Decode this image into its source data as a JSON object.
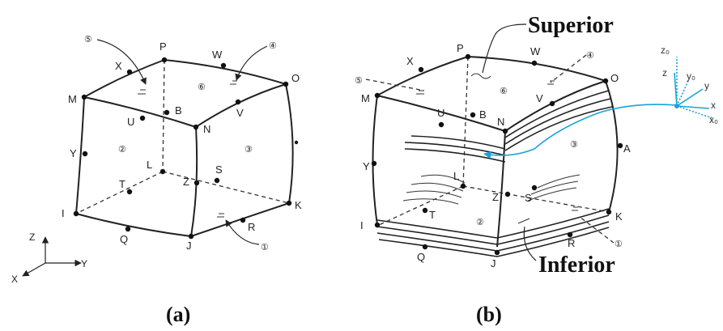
{
  "panel_a": {
    "caption": "(a)",
    "nodes": [
      "P",
      "W",
      "O",
      "X",
      "M",
      "B",
      "V",
      "U",
      "N",
      "Y",
      "L",
      "S",
      "T",
      "Z",
      "I",
      "K",
      "R",
      "Q",
      "J"
    ],
    "faces": [
      "⑤",
      "④",
      "⑥",
      "②",
      "③",
      "①"
    ],
    "axes": {
      "z": "Z",
      "y": "Y",
      "x": "X"
    }
  },
  "panel_b": {
    "caption": "(b)",
    "superior_label": "Superior",
    "inferior_label": "Inferior",
    "nodes": [
      "P",
      "W",
      "O",
      "X",
      "M",
      "U",
      "B",
      "N",
      "V",
      "A",
      "Y",
      "L",
      "Z",
      "S",
      "T",
      "I",
      "K",
      "R",
      "Q",
      "J"
    ],
    "faces": [
      "⑤",
      "④",
      "⑥",
      "③",
      "②",
      "①"
    ],
    "local_axes": [
      "z₀",
      "z",
      "y₀",
      "y",
      "x",
      "x₀"
    ]
  }
}
